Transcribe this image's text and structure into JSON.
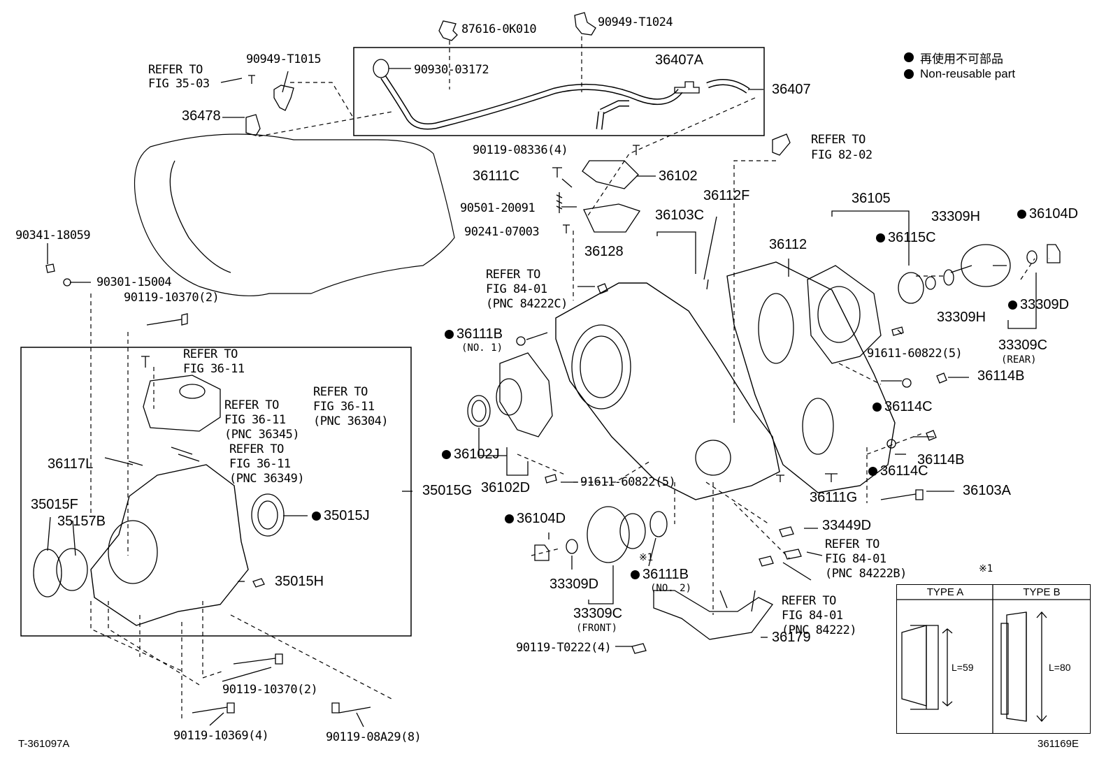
{
  "legend": {
    "jp": "再使用不可部品",
    "en": "Non-reusable part"
  },
  "codes": {
    "bottom_left": "T-361097A",
    "bottom_right": "361169E"
  },
  "note_mark": "※1",
  "type_table": {
    "mark": "※1",
    "type_a": {
      "label": "TYPE A",
      "length": "L=59"
    },
    "type_b": {
      "label": "TYPE B",
      "length": "L=80"
    }
  },
  "labels": {
    "p87616": "87616-0K010",
    "p90949_t1024": "90949-T1024",
    "p90949_t1015": "90949-T1015",
    "ref_35_03_a": "REFER TO",
    "ref_35_03_b": "FIG 35-03",
    "p36478": "36478",
    "p90930": "90930-03172",
    "p36407a": "36407A",
    "p36407": "36407",
    "ref_82_02_a": "REFER TO",
    "ref_82_02_b": "FIG 82-02",
    "p90119_08336": "90119-08336(4)",
    "p36111c": "36111C",
    "p36102": "36102",
    "p90501": "90501-20091",
    "p36112f": "36112F",
    "p90241": "90241-07003",
    "p36103c": "36103C",
    "p36128": "36128",
    "p36105": "36105",
    "p33309h_top": "33309H",
    "p36104d_r": "36104D",
    "p36112": "36112",
    "p36115c": "36115C",
    "p90341": "90341-18059",
    "p90301": "90301-15004",
    "p90119_10370_top": "90119-10370(2)",
    "ref_84_01a_a": "REFER TO",
    "ref_84_01a_b": "FIG 84-01",
    "ref_84_01a_c": "(PNC 84222C)",
    "p33309h_bot": "33309H",
    "p33309d_r": "33309D",
    "p36111b_1": "36111B",
    "no1": "(NO. 1)",
    "p91611_top": "91611-60822(5)",
    "p33309c_rear": "33309C",
    "rear": "(REAR)",
    "ref_36_11a_a": "REFER TO",
    "ref_36_11a_b": "FIG 36-11",
    "p36114b_top": "36114B",
    "ref_36_11b_a": "REFER TO",
    "ref_36_11b_b": "FIG 36-11",
    "ref_36_11b_c": "(PNC 36304)",
    "ref_36_11c_a": "REFER TO",
    "ref_36_11c_b": "FIG 36-11",
    "ref_36_11c_c": "(PNC 36345)",
    "p36114c_top": "36114C",
    "ref_36_11d_a": "REFER TO",
    "ref_36_11d_b": "FIG 36-11",
    "ref_36_11d_c": "(PNC 36349)",
    "p36102j": "36102J",
    "p36114b_bot": "36114B",
    "p36117l": "36117L",
    "p36114c_bot": "36114C",
    "p36102d": "36102D",
    "p35015g": "35015G",
    "p91611_bot": "91611-60822(5)",
    "p36103a": "36103A",
    "p35015f": "35015F",
    "p36111g": "36111G",
    "p35157b": "35157B",
    "p35015j": "35015J",
    "p36104d_l": "36104D",
    "p33449d": "33449D",
    "ref_84_01b_a": "REFER TO",
    "ref_84_01b_b": "FIG 84-01",
    "ref_84_01b_c": "(PNC 84222B)",
    "p36111b_2": "36111B",
    "no2": "(NO. 2)",
    "p35015h": "35015H",
    "p33309d_l": "33309D",
    "ref_84_01c_a": "REFER TO",
    "ref_84_01c_b": "FIG 84-01",
    "ref_84_01c_c": "(PNC 84222)",
    "p33309c_front": "33309C",
    "front": "(FRONT)",
    "p90119_t0222": "90119-T0222(4)",
    "p36179": "36179",
    "p90119_10370_bot": "90119-10370(2)",
    "p90119_10369": "90119-10369(4)",
    "p90119_08a29": "90119-08A29(8)"
  }
}
